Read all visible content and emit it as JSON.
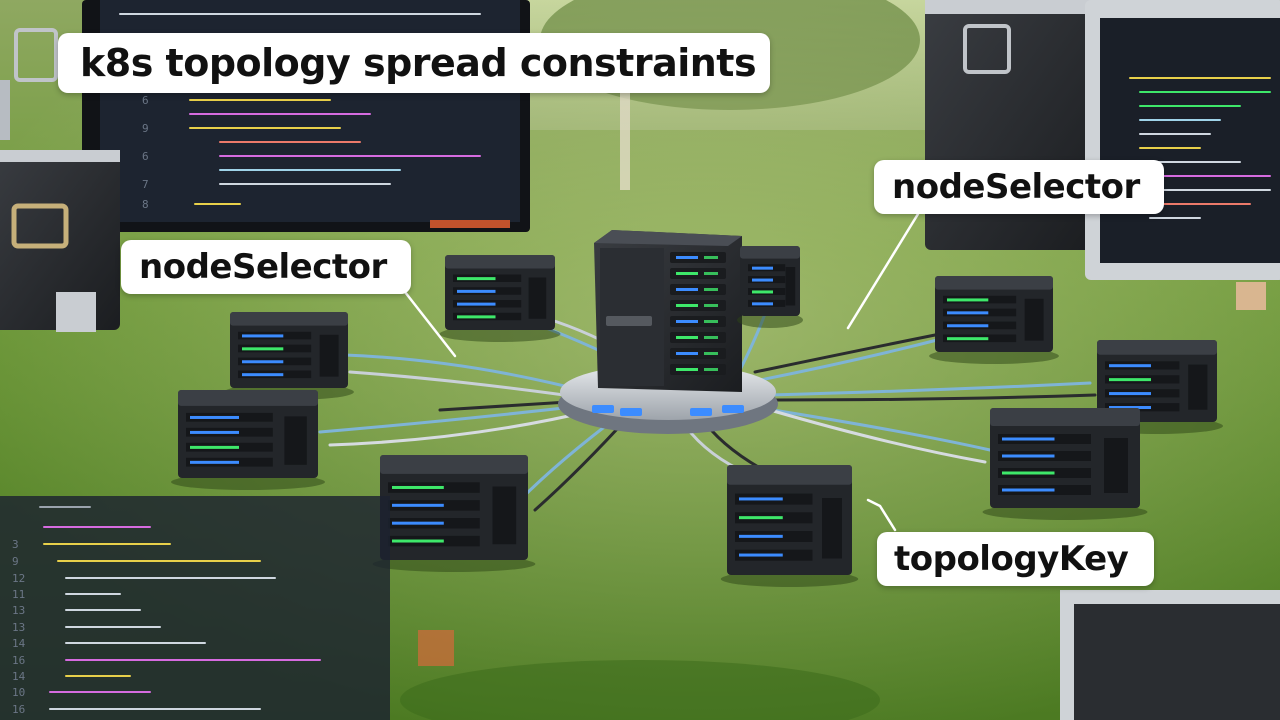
{
  "labels": {
    "title": "k8s topology spread constraints",
    "node_selector_left": "nodeSelector",
    "node_selector_right": "nodeSelector",
    "topology_key": "topologyKey"
  },
  "colors": {
    "grass": "#5f8a30",
    "server_body": "#26282c",
    "led_green": "#3ee86a",
    "led_blue": "#3c8cff",
    "hub": "#cfd3d8",
    "code_panel": "#1c2230"
  }
}
